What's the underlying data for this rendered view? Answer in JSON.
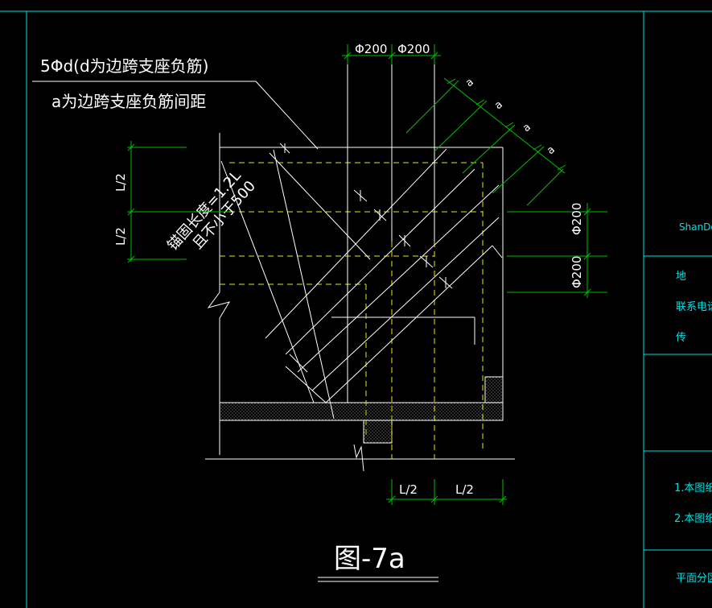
{
  "drawing": {
    "annotation_line1": "5Φd(d为边跨支座负筋)",
    "annotation_line2": "a为边跨支座负筋间距",
    "top_dim_left": "Φ200",
    "top_dim_right": "Φ200",
    "right_dim_top": "Φ200",
    "right_dim_bottom": "Φ200",
    "left_dim_top": "L/2",
    "left_dim_bottom": "L/2",
    "bottom_dim_left": "L/2",
    "bottom_dim_right": "L/2",
    "diag_spacing_labels": [
      "a",
      "a",
      "a",
      "a"
    ],
    "anchor_line1": "锚固长度=1.2L",
    "anchor_line2": "且不小于500",
    "figure_title": "图-7a"
  },
  "title_block": {
    "company_fragment": "ShanDo",
    "info_rows": [
      "地",
      "联系电话",
      "传"
    ],
    "notes": [
      "1.本图纸",
      "2.本图纸"
    ],
    "footer": "平面分区"
  },
  "colors": {
    "background": "#000000",
    "line": "#ffffff",
    "dimension": "#00c000",
    "hidden_rebar": "#e8e800",
    "border": "#00e0e0",
    "titleblock_text": "#00e0e0"
  }
}
